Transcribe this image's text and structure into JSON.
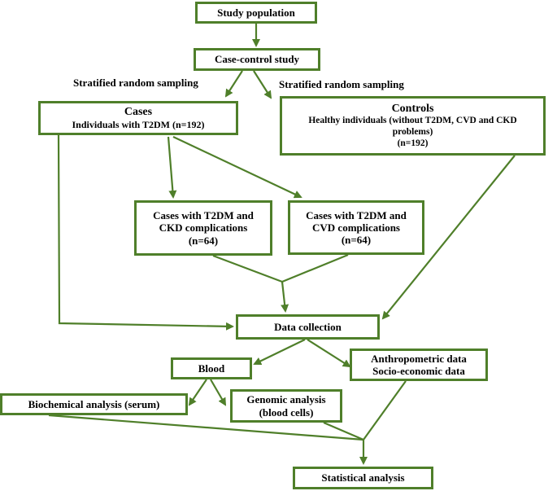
{
  "nodes": {
    "study_population": "Study population",
    "case_control": "Case-control study",
    "cases": {
      "title": "Cases",
      "sub": "Individuals with T2DM (n=192)"
    },
    "controls": {
      "title": "Controls",
      "line1": "Healthy individuals (without T2DM, CVD and CKD",
      "line2": "problems)",
      "line3": "(n=192)"
    },
    "ckd": {
      "line1": "Cases with T2DM and",
      "line2": "CKD complications",
      "line3": "(n=64)"
    },
    "cvd": {
      "line1": "Cases with T2DM and",
      "line2": "CVD complications",
      "line3": "(n=64)"
    },
    "data_collection": "Data collection",
    "blood": "Blood",
    "anthro": {
      "line1": "Anthropometric data",
      "line2": "Socio-economic data"
    },
    "biochem": "Biochemical analysis (serum)",
    "genomic": {
      "line1": "Genomic analysis",
      "line2": "(blood cells)"
    },
    "statistical": "Statistical analysis"
  },
  "edge_labels": {
    "left_sampling": "Stratified random sampling",
    "right_sampling": "Stratified random sampling"
  },
  "colors": {
    "border": "#4f7f2a",
    "arrow": "#4f7f2a"
  }
}
